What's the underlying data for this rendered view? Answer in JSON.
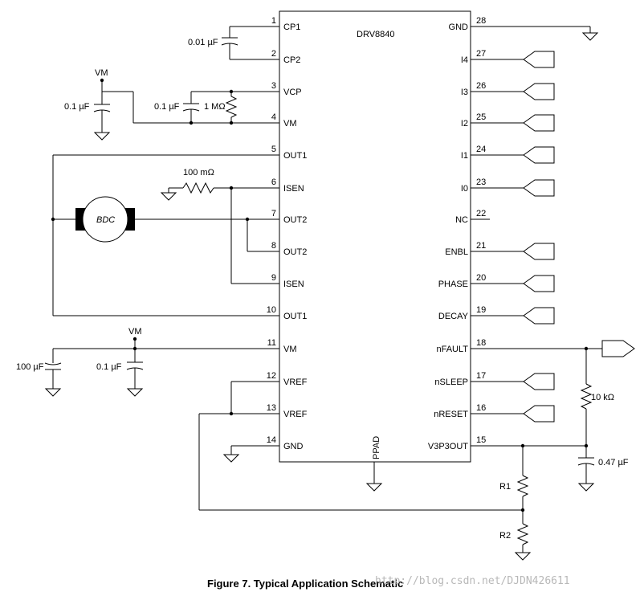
{
  "ic": {
    "name": "DRV8840",
    "pad_label": "PPAD"
  },
  "left_pins": [
    {
      "num": "1",
      "name": "CP1"
    },
    {
      "num": "2",
      "name": "CP2"
    },
    {
      "num": "3",
      "name": "VCP"
    },
    {
      "num": "4",
      "name": "VM"
    },
    {
      "num": "5",
      "name": "OUT1"
    },
    {
      "num": "6",
      "name": "ISEN"
    },
    {
      "num": "7",
      "name": "OUT2"
    },
    {
      "num": "8",
      "name": "OUT2"
    },
    {
      "num": "9",
      "name": "ISEN"
    },
    {
      "num": "10",
      "name": "OUT1"
    },
    {
      "num": "11",
      "name": "VM"
    },
    {
      "num": "12",
      "name": "VREF"
    },
    {
      "num": "13",
      "name": "VREF"
    },
    {
      "num": "14",
      "name": "GND"
    }
  ],
  "right_pins": [
    {
      "num": "28",
      "name": "GND"
    },
    {
      "num": "27",
      "name": "I4"
    },
    {
      "num": "26",
      "name": "I3"
    },
    {
      "num": "25",
      "name": "I2"
    },
    {
      "num": "24",
      "name": "I1"
    },
    {
      "num": "23",
      "name": "I0"
    },
    {
      "num": "22",
      "name": "NC"
    },
    {
      "num": "21",
      "name": "ENBL"
    },
    {
      "num": "20",
      "name": "PHASE"
    },
    {
      "num": "19",
      "name": "DECAY"
    },
    {
      "num": "18",
      "name": "nFAULT"
    },
    {
      "num": "17",
      "name": "nSLEEP"
    },
    {
      "num": "16",
      "name": "nRESET"
    },
    {
      "num": "15",
      "name": "V3P3OUT"
    }
  ],
  "components": {
    "cp_cap": "0.01 µF",
    "vm_top": "VM",
    "vm_cap_top": "0.1 µF",
    "vcp_cap": "0.1 µF",
    "vcp_res": "1 MΩ",
    "sense_res": "100 mΩ",
    "motor": "BDC",
    "vm_bottom": "VM",
    "bulk_cap": "100 µF",
    "vm_cap_bottom": "0.1 µF",
    "pullup_res": "10 kΩ",
    "v3p3_cap": "0.47 µF",
    "r1": "R1",
    "r2": "R2"
  },
  "caption": "Figure 7.  Typical Application Schematic",
  "watermark": "http://blog.csdn.net/DJDN426611"
}
